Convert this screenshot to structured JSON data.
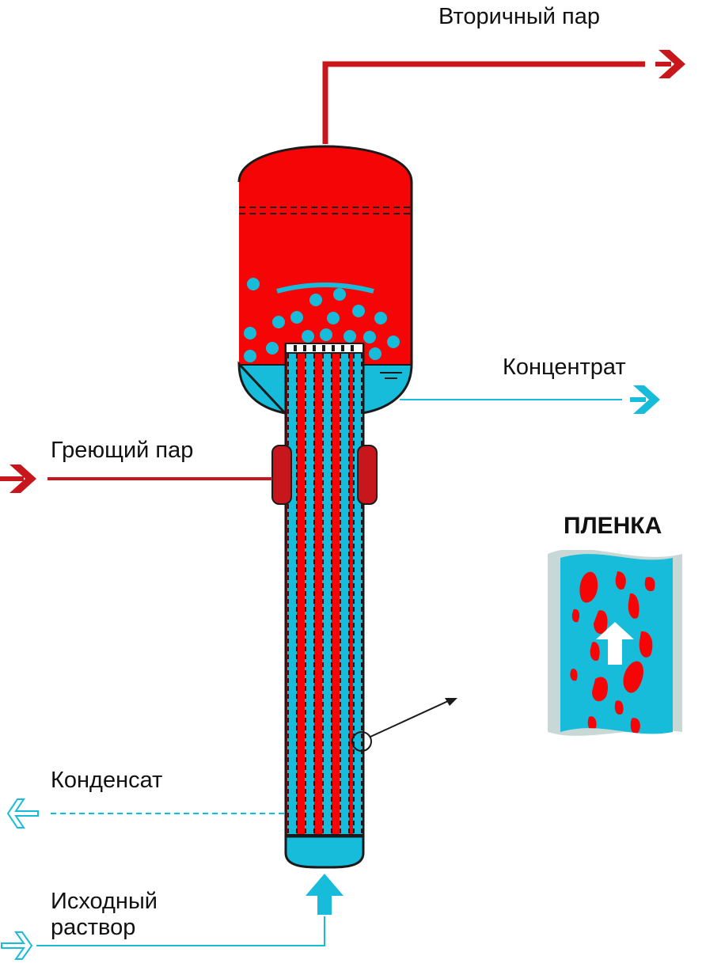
{
  "labels": {
    "secondary_steam": "Вторичный пар",
    "concentrate": "Концентрат",
    "heating_steam": "Греющий пар",
    "film": "ПЛЕНКА",
    "condensate": "Конденсат",
    "feed_line1": "Исходный",
    "feed_line2": "раствор"
  },
  "colors": {
    "steam_red": "#c8171c",
    "vessel_red": "#f50505",
    "liquid_cyan": "#16bcd9",
    "outline": "#1a1a1a",
    "wall_grey": "#c8d8d6"
  },
  "icons": {
    "secondary_steam_arrow": "double-chevron-right-icon",
    "concentrate_arrow": "double-chevron-right-icon",
    "heating_steam_arrow": "double-chevron-right-icon",
    "condensate_arrow": "hollow-arrow-left-icon",
    "feed_arrow": "hollow-arrow-right-icon",
    "feed_up_arrow": "arrow-up-icon",
    "film_flow_arrow": "arrow-up-icon"
  }
}
